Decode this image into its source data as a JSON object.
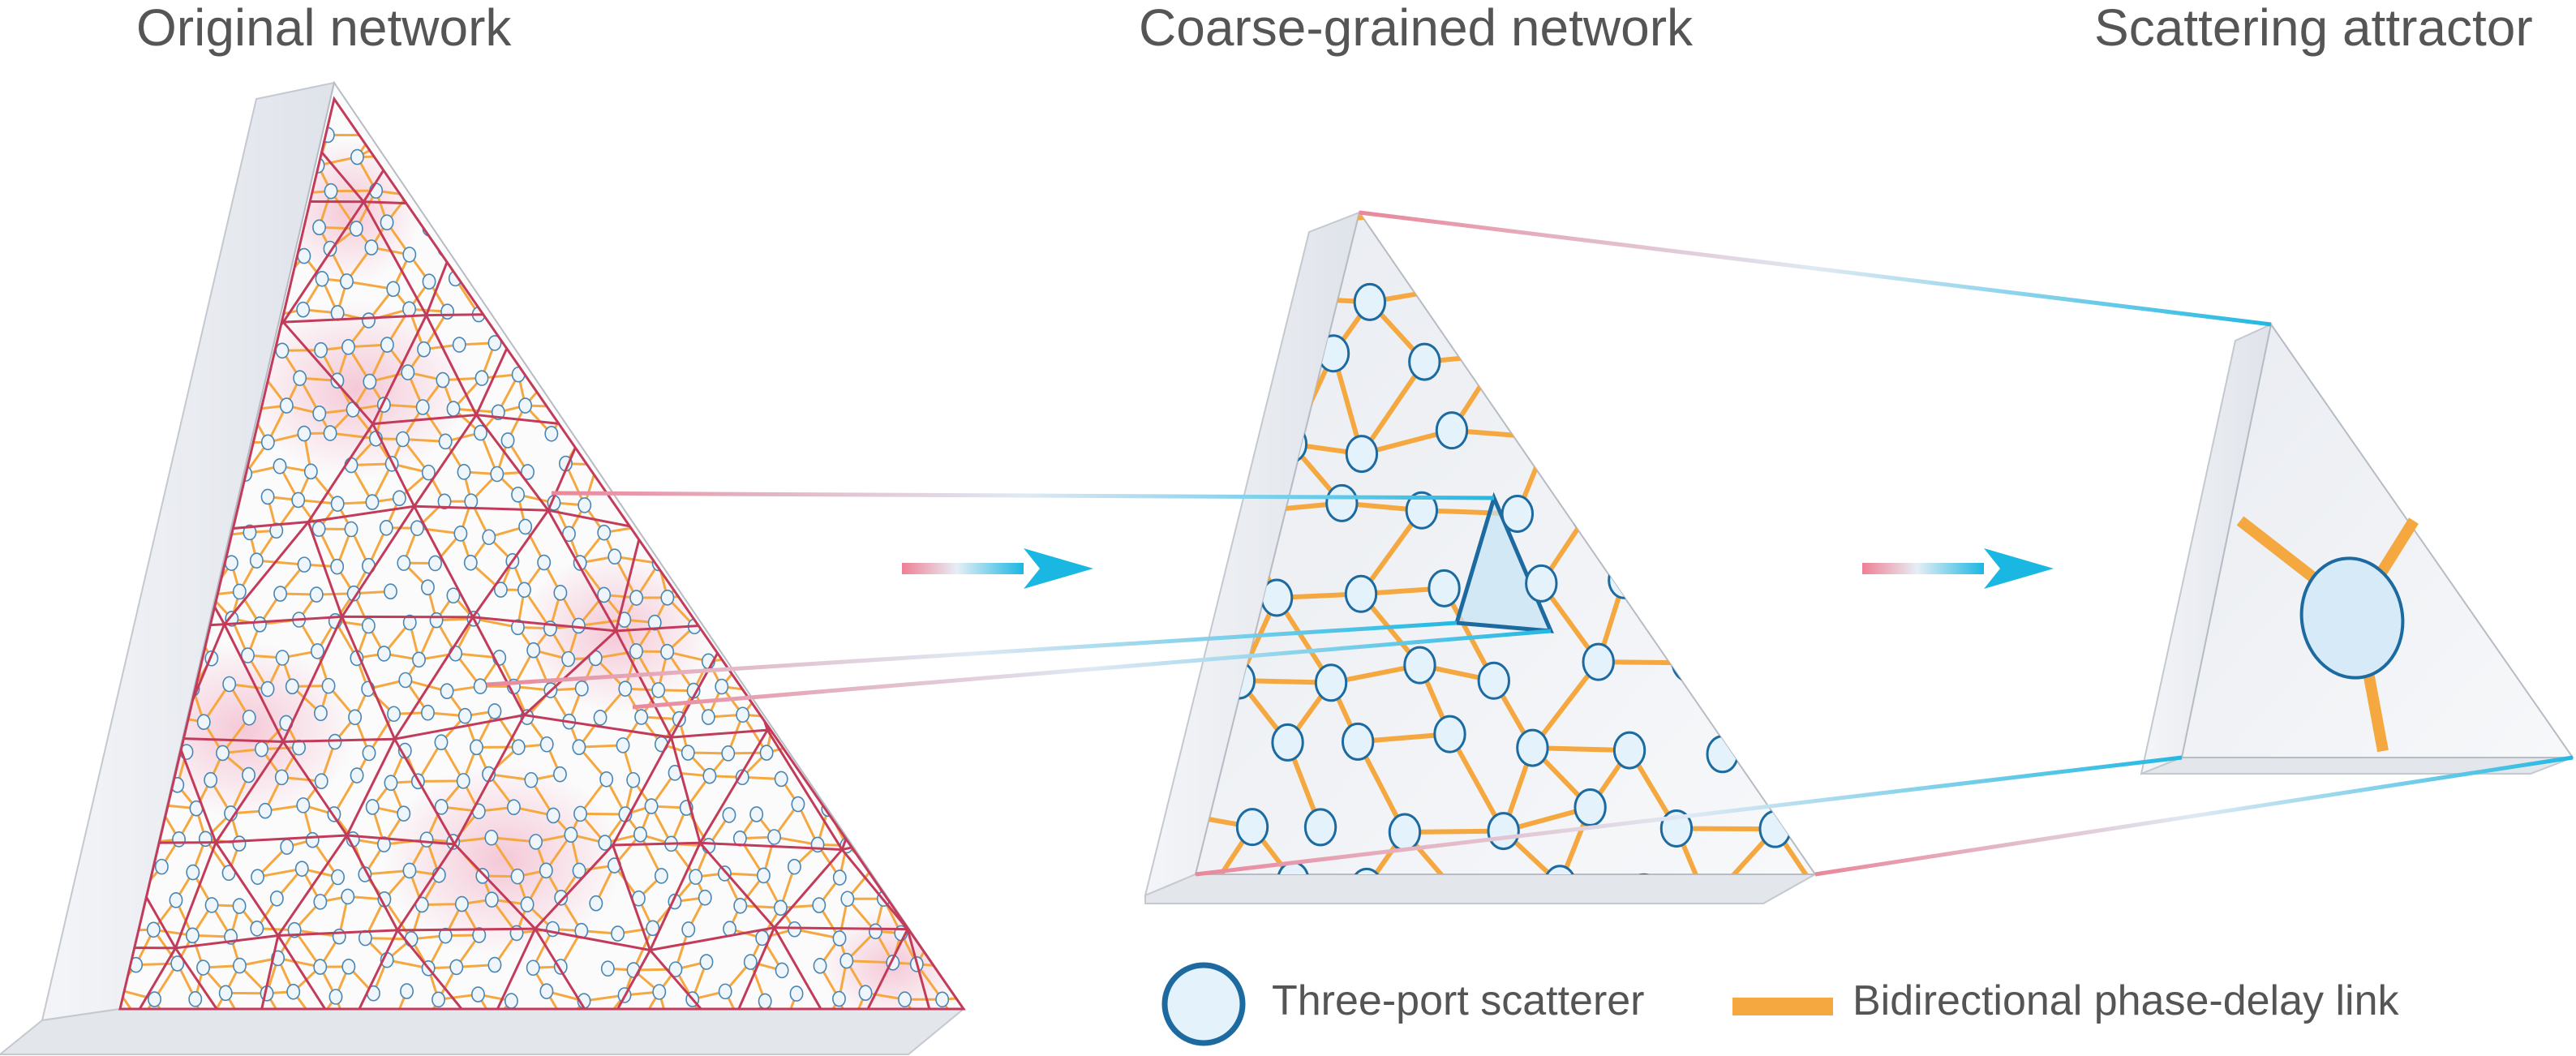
{
  "panels": {
    "original": {
      "title": "Original network"
    },
    "coarse": {
      "title": "Coarse-grained network"
    },
    "attractor": {
      "title": "Scattering attractor"
    }
  },
  "legend": {
    "scatterer_label": "Three-port scatterer",
    "link_label": "Bidirectional phase-delay link"
  },
  "colors": {
    "link": "#f5a840",
    "scatterer_stroke": "#1c6aa0",
    "scatterer_fill": "#e3f2fb",
    "cell_edge": "#c23b5a",
    "arrow_start": "#ee7f94",
    "arrow_end": "#1bb7e3",
    "prism_face": "#f1f3f6",
    "prism_edge": "#b7bcc4"
  }
}
